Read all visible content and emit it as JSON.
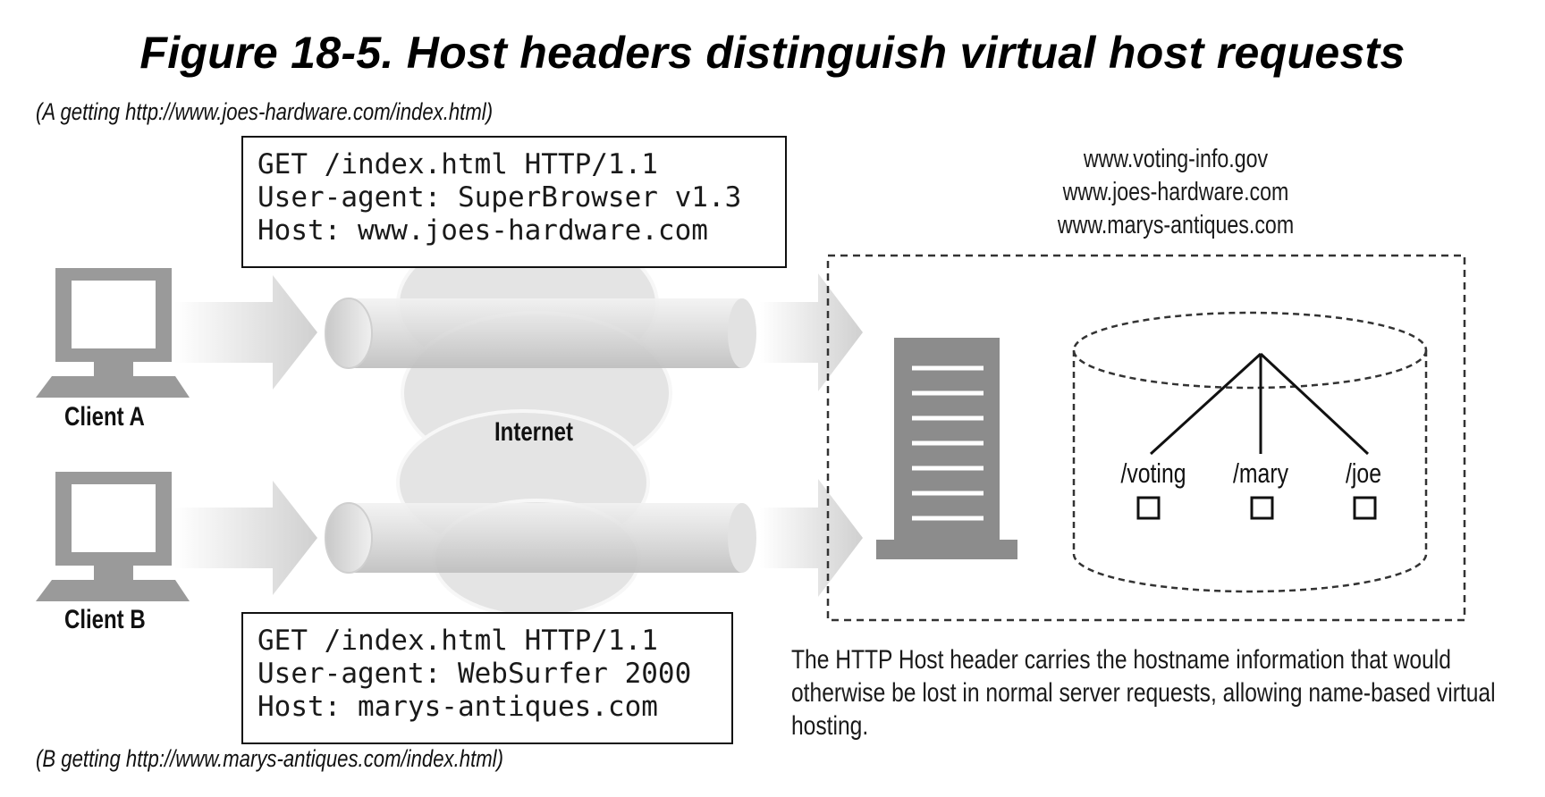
{
  "title": "Figure 18-5. Host headers distinguish virtual host requests",
  "caption_a": "(A getting http://www.joes-hardware.com/index.html)",
  "caption_b": "(B getting http://www.marys-antiques.com/index.html)",
  "request_a": {
    "line1": "GET /index.html HTTP/1.1",
    "line2": "User-agent: SuperBrowser v1.3",
    "line3": "Host: www.joes-hardware.com"
  },
  "request_b": {
    "line1": "GET /index.html HTTP/1.1",
    "line2": "User-agent: WebSurfer 2000",
    "line3": "Host: marys-antiques.com"
  },
  "client_a_label": "Client A",
  "client_b_label": "Client B",
  "internet_label": "Internet",
  "hosts": [
    "www.voting-info.gov",
    "www.joes-hardware.com",
    "www.marys-antiques.com"
  ],
  "directories": [
    "/voting",
    "/mary",
    "/joe"
  ],
  "description": "The HTTP Host header carries the hostname information that would otherwise be lost in normal server requests, allowing name-based virtual hosting.",
  "colors": {
    "arrow": "#d9d9d9",
    "computer": "#9a9a9a",
    "cloud": "#e6e6e6",
    "server": "#8c8c8c"
  }
}
